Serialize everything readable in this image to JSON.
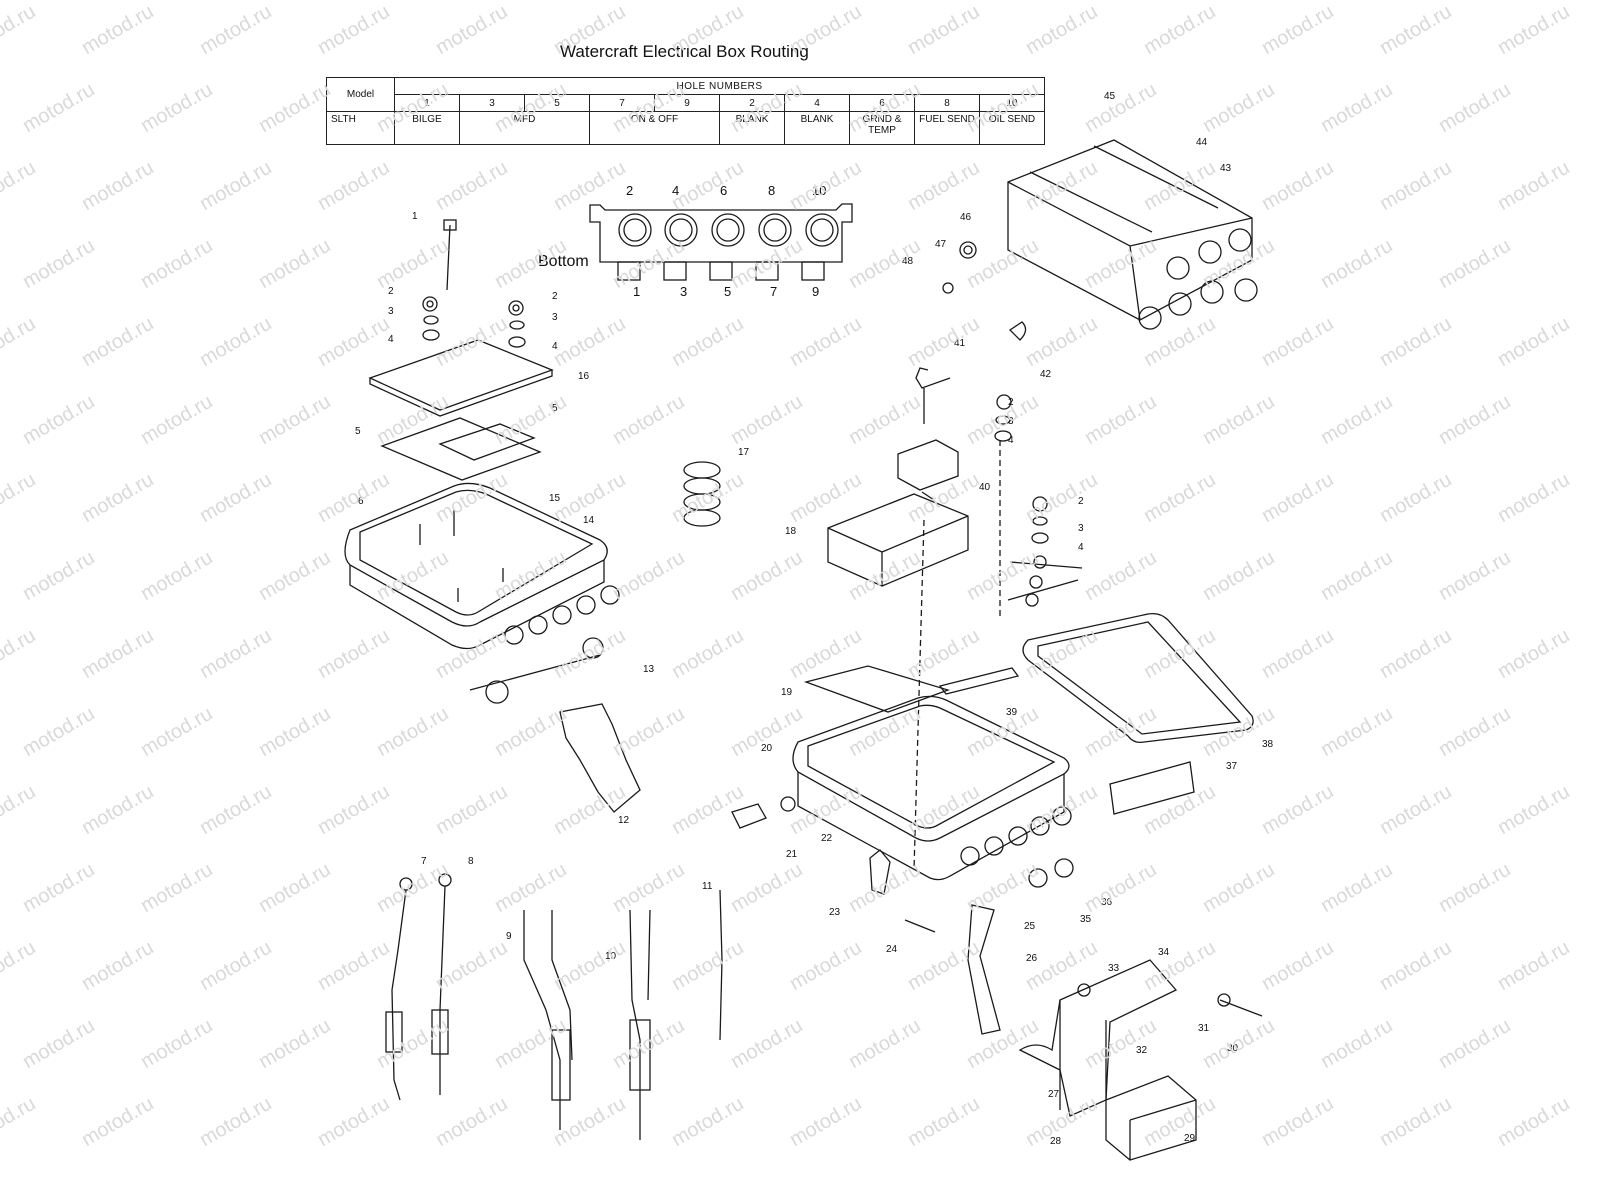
{
  "title": "Watercraft Electrical Box Routing",
  "watermark": "motod.ru",
  "table": {
    "model_header": "Model",
    "hole_numbers_header": "HOLE NUMBERS",
    "holes": [
      "1",
      "3",
      "5",
      "7",
      "9",
      "2",
      "4",
      "6",
      "8",
      "10"
    ],
    "model_value": "SLTH",
    "functions": [
      "BILGE",
      "MFD",
      "ON  &  OFF",
      "BLANK",
      "BLANK",
      "GRND &\nTEMP",
      "FUEL SEND",
      "OIL SEND"
    ]
  },
  "connector_view": {
    "label": "Bottom",
    "top_numbers": [
      "2",
      "4",
      "6",
      "8",
      "10"
    ],
    "bottom_numbers": [
      "1",
      "3",
      "5",
      "7",
      "9"
    ]
  },
  "callouts": [
    "1",
    "2",
    "3",
    "4",
    "2",
    "3",
    "4",
    "16",
    "5",
    "5",
    "6",
    "15",
    "14",
    "13",
    "17",
    "12",
    "18",
    "41",
    "2",
    "3",
    "4",
    "40",
    "2",
    "3",
    "4",
    "45",
    "44",
    "43",
    "46",
    "47",
    "48",
    "42",
    "19",
    "39",
    "20",
    "38",
    "37",
    "21",
    "22",
    "23",
    "24",
    "36",
    "35",
    "25",
    "26",
    "33",
    "34",
    "31",
    "30",
    "32",
    "27",
    "28",
    "29",
    "7",
    "8",
    "9",
    "10",
    "11"
  ],
  "colors": {
    "line": "#1a1a1a",
    "watermark": "#d9d9d9",
    "fill_dark": "#555555"
  }
}
